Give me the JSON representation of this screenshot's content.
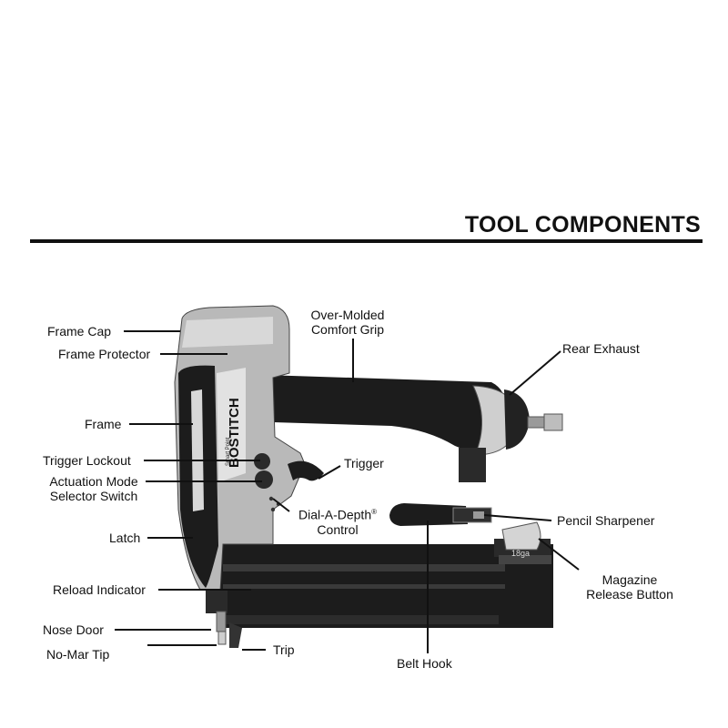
{
  "heading": "TOOL COMPONENTS",
  "tool": {
    "brand": "BOSTITCH",
    "sub_brand": "Smart Point",
    "gauge_marking": "18ga"
  },
  "labels": {
    "frame_cap": "Frame Cap",
    "frame_protector": "Frame Protector",
    "frame": "Frame",
    "trigger_lockout": "Trigger Lockout",
    "actuation_mode_line1": "Actuation Mode",
    "actuation_mode_line2": "Selector Switch",
    "latch": "Latch",
    "reload_indicator": "Reload Indicator",
    "nose_door": "Nose Door",
    "no_mar_tip": "No-Mar Tip",
    "trip": "Trip",
    "belt_hook": "Belt Hook",
    "over_molded_line1": "Over-Molded",
    "over_molded_line2": "Comfort Grip",
    "rear_exhaust": "Rear Exhaust",
    "trigger": "Trigger",
    "dial_a_depth_line1": "Dial-A-Depth",
    "dial_a_depth_mark": "®",
    "dial_a_depth_line2": "Control",
    "pencil_sharpener": "Pencil Sharpener",
    "magazine_line1": "Magazine",
    "magazine_line2": "Release Button"
  },
  "colors": {
    "body_black": "#1c1c1c",
    "housing_grey": "#b9b9b9",
    "highlight_grey": "#dcdcdc",
    "leader_line": "#111111"
  }
}
